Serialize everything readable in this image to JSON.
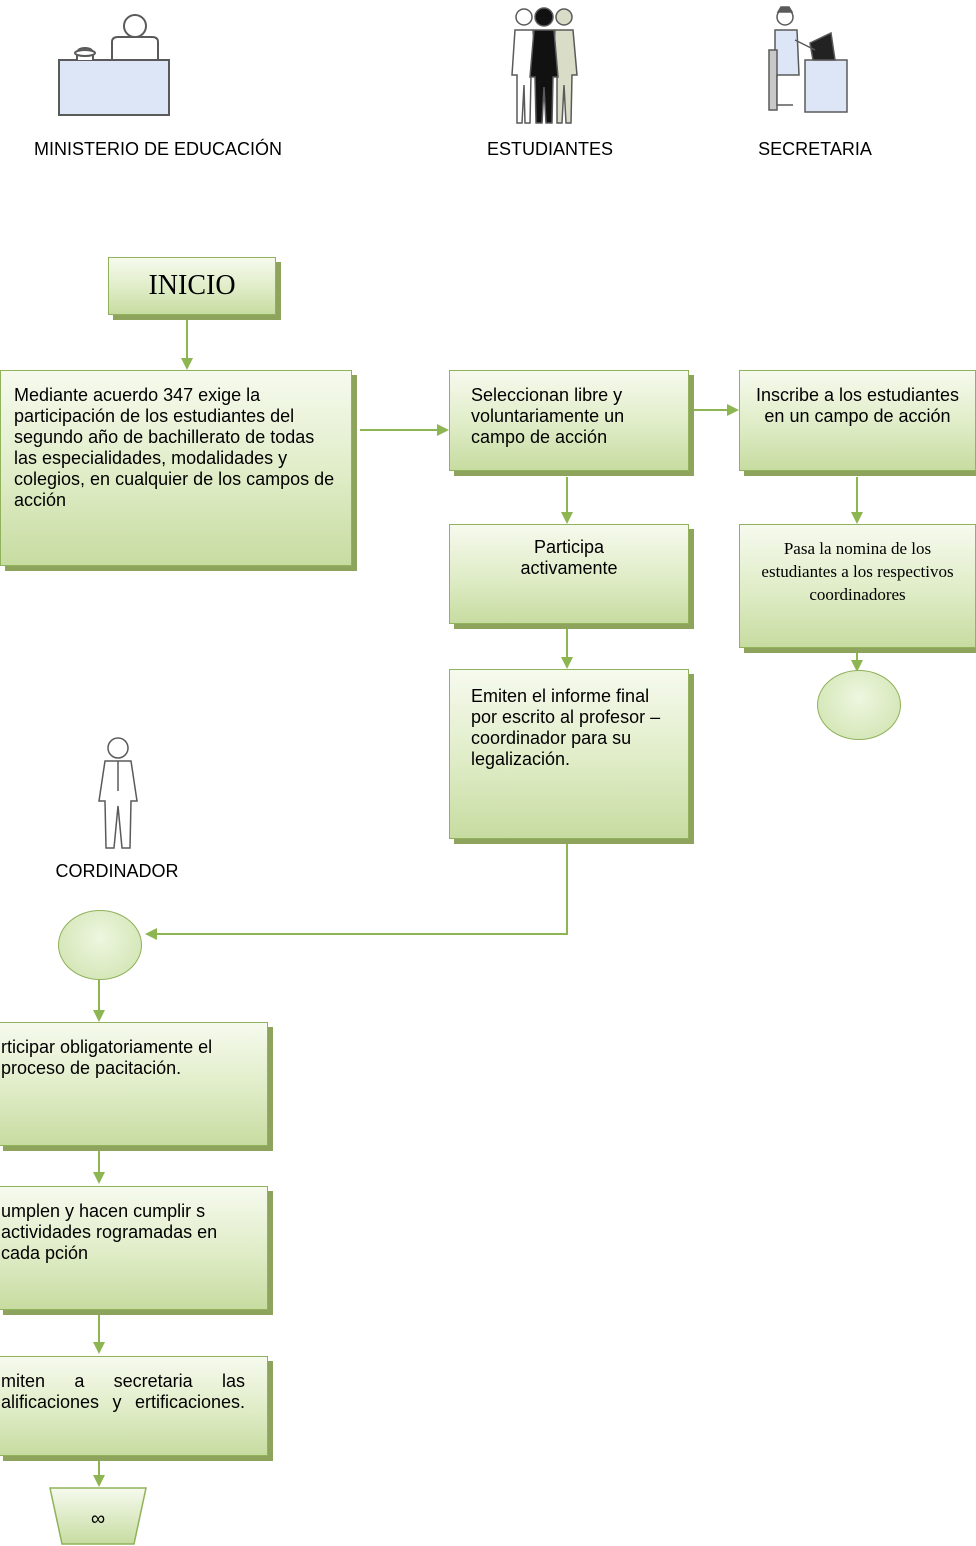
{
  "actors": {
    "ministerio": "MINISTERIO DE EDUCACIÓN",
    "estudiantes": "ESTUDIANTES",
    "secretaria": "SECRETARIA",
    "coordinador": "CORDINADOR"
  },
  "steps": {
    "inicio": "INICIO",
    "acuerdo": "Mediante acuerdo 347 exige la participación de los estudiantes del segundo año de bachillerato de todas las especialidades, modalidades y colegios, en cualquier de los campos de acción",
    "seleccionan": "Seleccionan libre y voluntariamente un campo de acción",
    "inscribe": "Inscribe a los estudiantes en un campo de acción",
    "participa": "Participa activamente",
    "pasa_nomina": "Pasa la nomina de los estudiantes a los respectivos coordinadores",
    "emiten_informe": "Emiten el informe final por escrito al profesor – coordinador para su legalización.",
    "participar_obligatorio": "rticipar obligatoriamente el proceso de pacitación.",
    "cumplen": "umplen y hacen cumplir s actividades rogramadas en cada pción",
    "emiten_secretaria": "miten a secretaria las alificaciones y ertificaciones."
  },
  "terminal_symbol": "∞",
  "colors": {
    "arrow": "#8db653",
    "box_border": "#8fb25a",
    "box_shadow": "#8ea45c",
    "box_fill_top": "#f6faee",
    "box_fill_bottom": "#c7dca1",
    "icon_stroke": "#5a5a5a"
  },
  "icons": [
    "desk-person-icon",
    "student-group-icon",
    "secretary-icon",
    "coordinator-person-icon"
  ]
}
